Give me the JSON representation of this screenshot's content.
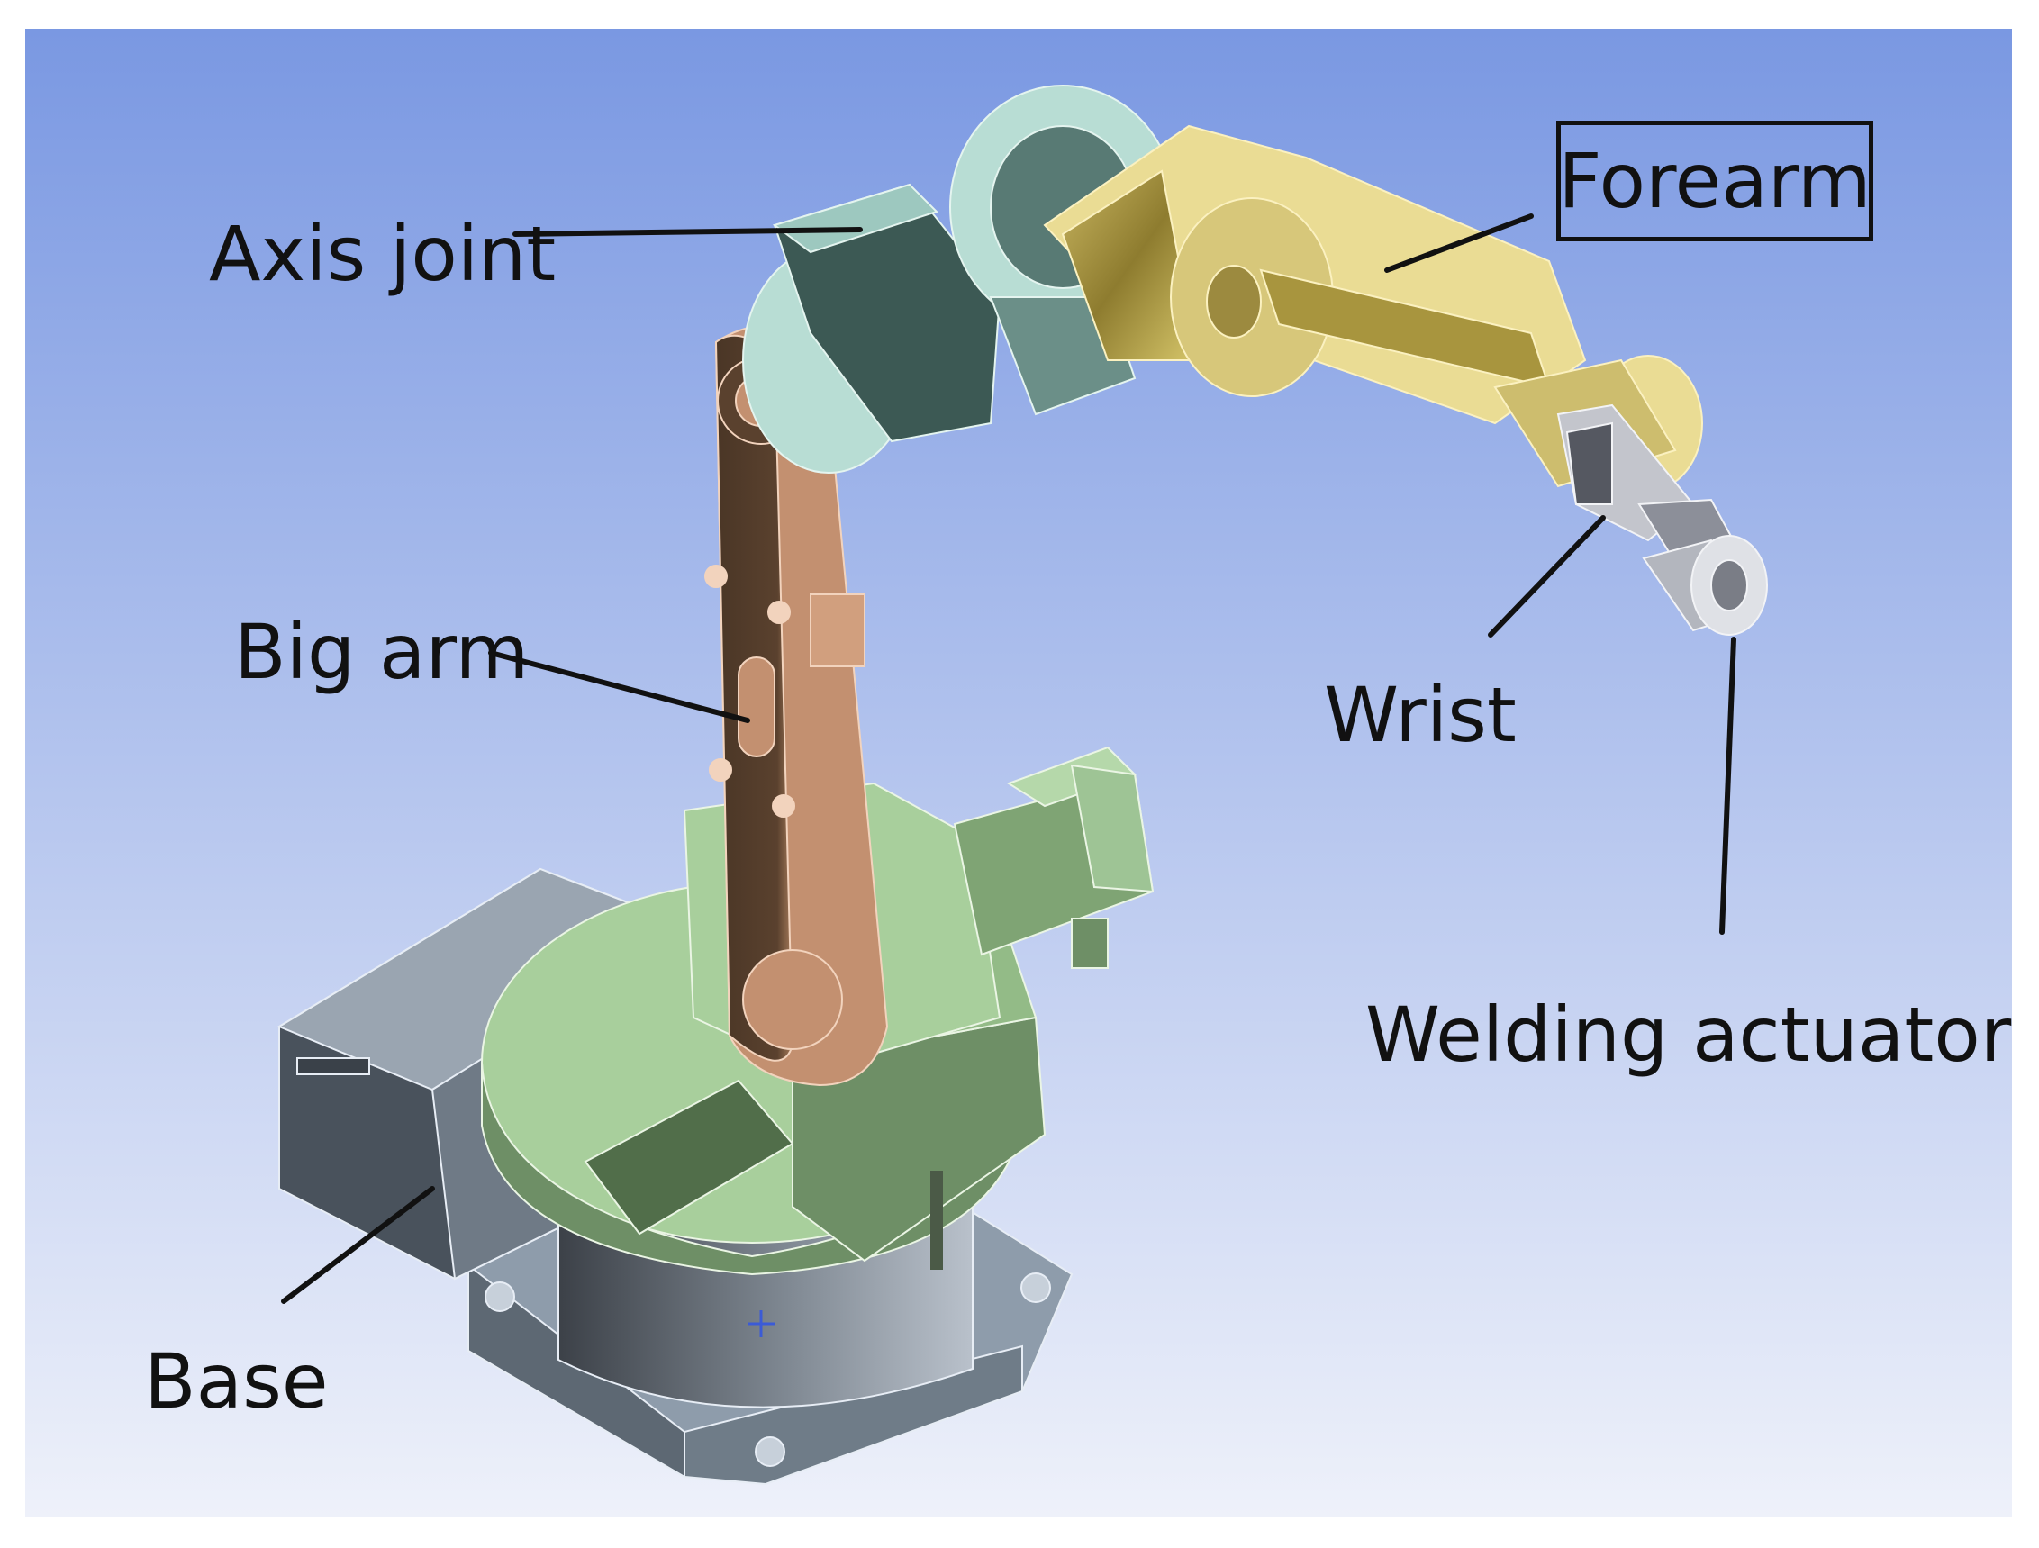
{
  "labels": {
    "axis_joint": "Axis joint",
    "forearm": "Forearm",
    "big_arm": "Big arm",
    "wrist": "Wrist",
    "welding_actuators": "Welding actuators",
    "base": "Base"
  },
  "colors": {
    "background_top": "#7a98e2",
    "background_bottom": "#eef1fa",
    "big_arm": "#c39070",
    "forearm": "#eadc94",
    "axis_joint": "#b8ddd4",
    "body": "#9ec495",
    "base": "#8e9cab",
    "wrist": "#c3c5cc",
    "line": "#111111"
  }
}
